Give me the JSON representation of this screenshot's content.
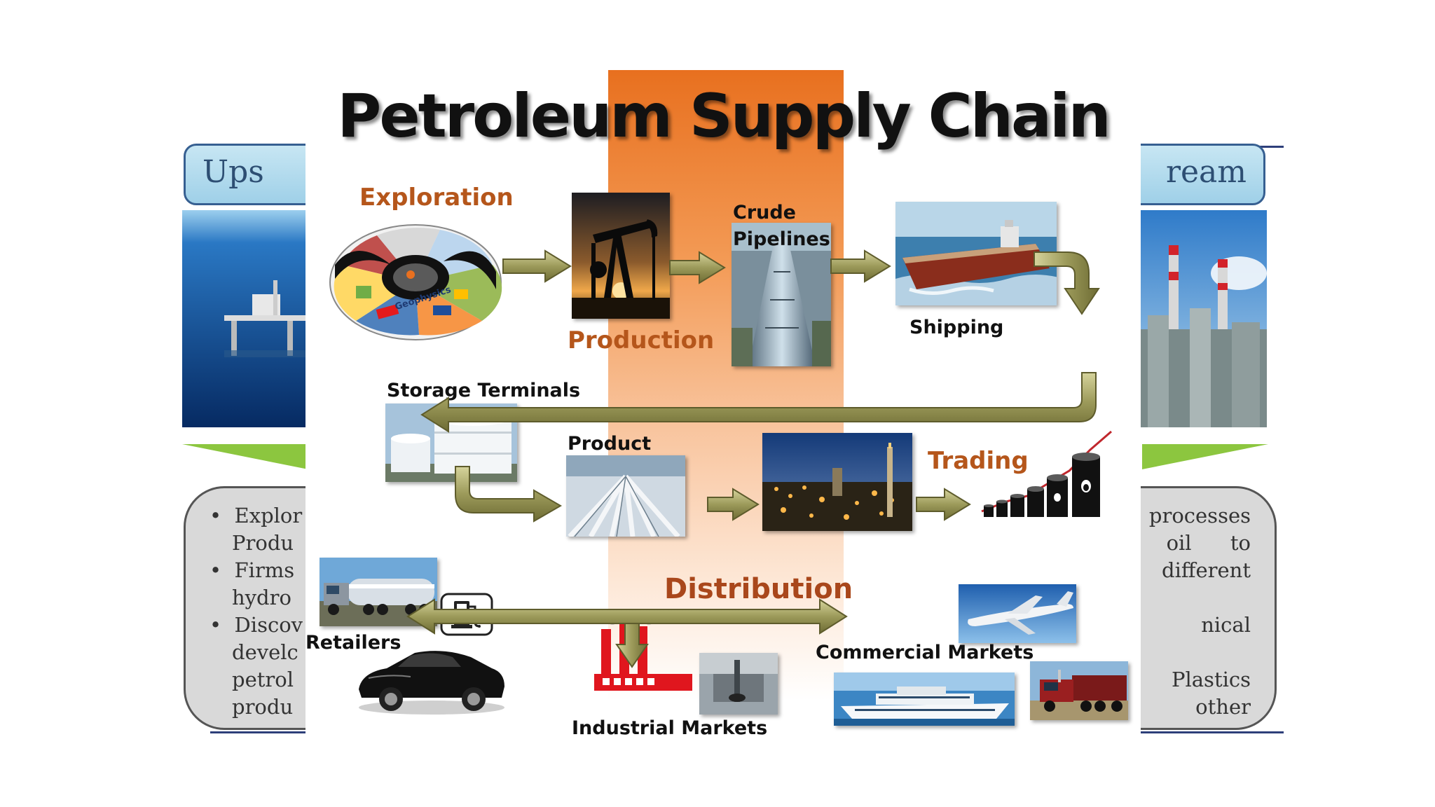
{
  "title": "Petroleum Supply Chain",
  "background": {
    "left_tab": "Ups",
    "right_tab": "ream",
    "left_bullets": [
      {
        "bullet": "•",
        "line1": "Explor",
        "line2": "Produ"
      },
      {
        "bullet": "•",
        "line1": "Firms",
        "line2": "hydro"
      },
      {
        "bullet": "•",
        "line1": "Discov",
        "line2": "develc",
        "line3": "petrol",
        "line4": "produ"
      }
    ],
    "right_lines": [
      "processes",
      "oil      to",
      "different",
      "",
      "nical",
      "",
      "Plastics",
      "other"
    ]
  },
  "stages": {
    "exploration": "Exploration",
    "production": "Production",
    "crude_line1": "Crude",
    "crude_line2": "Pipelines",
    "shipping": "Shipping",
    "storage": "Storage Terminals",
    "product": "Product",
    "trading": "Trading",
    "distribution": "Distribution",
    "retailers": "Retailers",
    "commercial": "Commercial Markets",
    "industrial": "Industrial Markets",
    "geophysics": "Geophysics"
  },
  "colors": {
    "arrow": "#9c9a5a",
    "arrow_edge": "#5e5c2c",
    "orange_label": "#b5561b",
    "accent_orange": "#e8701f",
    "background_tab": "#9fd0e8",
    "background_green": "#8cc63f"
  }
}
